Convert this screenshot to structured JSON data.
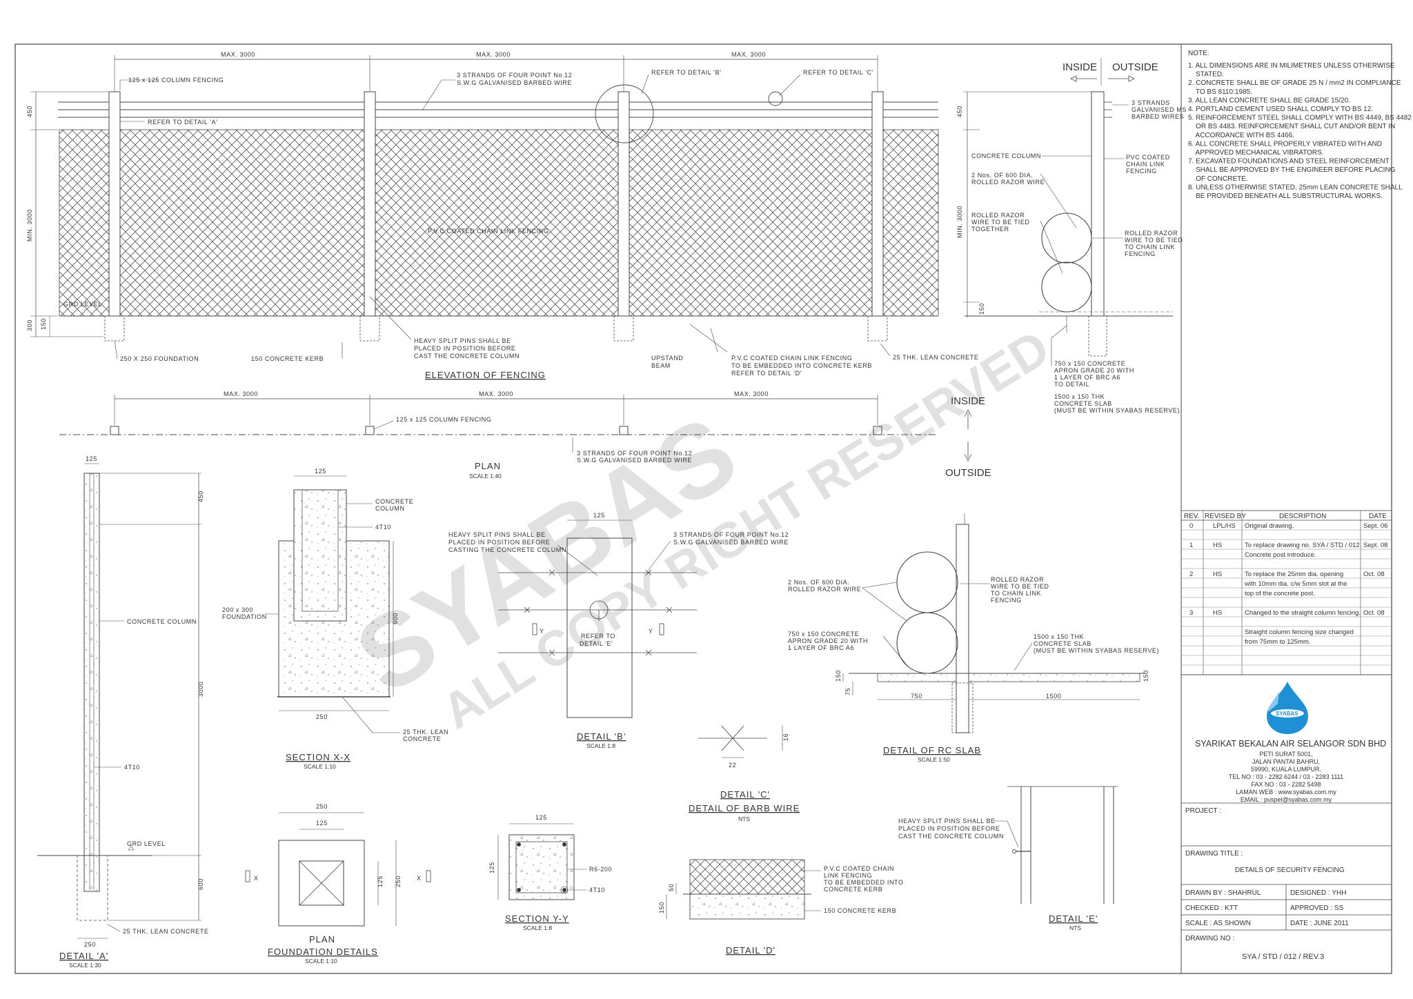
{
  "elevation": {
    "dims": [
      "MAX. 3000",
      "MAX. 3000",
      "MAX. 3000"
    ],
    "heights": [
      "450",
      "MIN. 3000",
      "300",
      "150"
    ],
    "labels": {
      "column": "125 x 125 COLUMN FENCING",
      "barbed_1": "3 STRANDS OF FOUR POINT No.12",
      "barbed_2": "S.W.G GALVANISED BARBED WIRE",
      "ref_b": "REFER TO DETAIL 'B'",
      "ref_c": "REFER TO DETAIL 'C'",
      "ref_a": "REFER TO DETAIL 'A'",
      "chain": "P.V.C COATED CHAIN LINK FENCING",
      "grd": "GRD LEVEL",
      "foundation": "250 X 250 FOUNDATION",
      "kerb": "150 CONCRETE KERB",
      "pins_1": "HEAVY SPLIT PINS SHALL BE",
      "pins_2": "PLACED IN POSITION BEFORE",
      "pins_3": "CAST THE CONCRETE COLUMN",
      "upstand_1": "UPSTAND",
      "upstand_2": "BEAM",
      "embed_1": "P.V.C COATED CHAIN LINK FENCING",
      "embed_2": "TO BE EMBEDDED INTO CONCRETE KERB",
      "embed_3": "REFER TO DETAIL 'D'",
      "lean": "25 THK. LEAN CONCRETE"
    },
    "title": "ELEVATION OF FENCING"
  },
  "section": {
    "inside": "INSIDE",
    "outside": "OUTSIDE",
    "h450": "450",
    "hmin": "MIN. 3000",
    "h150": "150",
    "strands_1": "3 STRANDS",
    "strands_2": "GALVANISED MS",
    "strands_3": "BARBED WIRES",
    "col": "CONCRETE COLUMN",
    "pvc_1": "PVC COATED",
    "pvc_2": "CHAIN LINK",
    "pvc_3": "FENCING",
    "razor_1": "2 Nos. OF 600 DIA.",
    "razor_2": "ROLLED RAZOR WIRE",
    "tied_1": "ROLLED RAZOR",
    "tied_2": "WIRE TO BE TIED",
    "tied_3": "TOGETHER",
    "tied_r1": "ROLLED RAZOR",
    "tied_r2": "WIRE TO BE TIED",
    "tied_r3": "TO CHAIN LINK",
    "tied_r4": "FENCING",
    "apron_1": "750 x 150 CONCRETE",
    "apron_2": "APRON GRADE 20 WITH",
    "apron_3": "1 LAYER OF BRC A6",
    "apron_4": "TO DETAIL",
    "slab_1": "1500 x 150 THK",
    "slab_2": "CONCRETE SLAB",
    "slab_3": "(MUST BE WITHIN SYABAS RESERVE)"
  },
  "plan": {
    "dims": [
      "MAX. 3000",
      "MAX. 3000",
      "MAX. 3000"
    ],
    "column": "125 x 125 COLUMN FENCING",
    "strands_1": "3 STRANDS OF FOUR POINT No.12",
    "strands_2": "S.W.G GALVANISED BARBED WIRE",
    "inside": "INSIDE",
    "outside": "OUTSIDE",
    "title": "PLAN",
    "scale": "SCALE 1:40"
  },
  "detail_a": {
    "w125": "125",
    "h450": "450",
    "h3000": "3000",
    "h600": "600",
    "w250": "250",
    "col": "CONCRETE COLUMN",
    "bar": "4T10",
    "grd": "GRD LEVEL",
    "lean": "25 THK. LEAN CONCRETE",
    "title": "DETAIL 'A'",
    "scale": "SCALE 1:30"
  },
  "section_xx": {
    "w125": "125",
    "w250": "250",
    "h600": "600",
    "col_1": "CONCRETE",
    "col_2": "COLUMN",
    "bar": "4T10",
    "fnd_1": "200 x 300",
    "fnd_2": "FOUNDATION",
    "lean_1": "25 THK. LEAN",
    "lean_2": "CONCRETE",
    "title": "SECTION X-X",
    "scale": "SCALE 1:10"
  },
  "foundation": {
    "w250": "250",
    "w125": "125",
    "h125": "125",
    "h250": "250",
    "x": "X",
    "title_1": "PLAN",
    "title_2": "FOUNDATION DETAILS",
    "scale": "SCALE 1:10"
  },
  "section_yy": {
    "w125": "125",
    "h125": "125",
    "r6": "R6-200",
    "bar": "4T10",
    "title": "SECTION Y-Y",
    "scale": "SCALE 1:8"
  },
  "detail_b": {
    "w125": "125",
    "pins_1": "HEAVY SPLIT PINS SHALL BE",
    "pins_2": "PLACED IN POSITION BEFORE",
    "pins_3": "CASTING THE CONCRETE COLUMN",
    "str_1": "3 STRANDS OF FOUR POINT No.12",
    "str_2": "S.W.G GALVANISED BARBED WIRE",
    "ref_1": "REFER TO",
    "ref_2": "DETAIL 'E'",
    "y": "Y",
    "title": "DETAIL 'B'",
    "scale": "SCALE 1:8"
  },
  "detail_c": {
    "w22": "22",
    "h16": "16",
    "title_1": "DETAIL 'C'",
    "title_2": "DETAIL OF BARB WIRE",
    "scale": "NTS"
  },
  "detail_d": {
    "h50": "50",
    "h150": "150",
    "pvc_1": "P.V.C COATED CHAIN",
    "pvc_2": "LINK FENCING",
    "pvc_3": "TO BE EMBEDDED INTO",
    "pvc_4": "CONCRETE KERB",
    "kerb": "150 CONCRETE KERB",
    "title": "DETAIL 'D'"
  },
  "rc_slab": {
    "razor_1": "2 Nos. OF 600 DIA.",
    "razor_2": "ROLLED RAZOR WIRE",
    "tied_1": "ROLLED RAZOR",
    "tied_2": "WIRE TO BE TIED",
    "tied_3": "TO CHAIN LINK",
    "tied_4": "FENCING",
    "apron_1": "750 x 150 CONCRETE",
    "apron_2": "APRON GRADE 20 WITH",
    "apron_3": "1 LAYER OF BRC A6",
    "slab_1": "1500 x 150 THK",
    "slab_2": "CONCRETE SLAB",
    "slab_3": "(MUST BE WITHIN SYABAS RESERVE)",
    "h150a": "150",
    "h150b": "150",
    "h75": "75",
    "w750": "750",
    "w1500": "1500",
    "title": "DETAIL OF RC SLAB",
    "scale": "SCALE 1:50"
  },
  "detail_e": {
    "pins_1": "HEAVY SPLIT PINS SHALL BE",
    "pins_2": "PLACED IN POSITION BEFORE",
    "pins_3": "CAST THE CONCRETE COLUMN",
    "title": "DETAIL 'E'",
    "scale": "NTS"
  },
  "watermark": {
    "main": "SYABAS",
    "sub": "ALL COPY RIGHT RESERVED"
  },
  "notes": {
    "heading": "NOTE:",
    "lines": [
      "1. ALL DIMENSIONS ARE IN MILIMETRES UNLESS OTHERWISE",
      "    STATED.",
      "2. CONCRETE SHALL BE OF GRADE 25 N / mm2 IN COMPLIANCE",
      "    TO BS 8110:1985.",
      "3. ALL LEAN CONCRETE SHALL BE GRADE 15/20.",
      "4. PORTLAND CEMENT USED SHALL COMPLY TO BS 12.",
      "5. REINFORCEMENT STEEL SHALL COMPLY WITH BS 4449, BS 4482",
      "    OR BS 4483. REINFORCEMENT SHALL CUT AND/OR BENT IN",
      "    ACCORDANCE WITH BS 4466.",
      "6. ALL CONCRETE SHALL PROPERLY VIBRATED WITH AND",
      "    APPROVED MECHANICAL VIBRATORS.",
      "7. EXCAVATED FOUNDATIONS AND STEEL REINFORCEMENT",
      "    SHALL BE APPROVED BY THE ENGINEER BEFORE PLACING",
      "    OF CONCRETE.",
      "8. UNLESS OTHERWISE STATED, 25mm LEAN CONCRETE SHALL",
      "    BE PROVIDED BENEATH ALL SUBSTRUCTURAL WORKS."
    ]
  },
  "revisions": {
    "headers": [
      "REV.",
      "REVISED BY",
      "DESCRIPTION",
      "DATE"
    ],
    "rows": [
      [
        "0",
        "LPL/HS",
        "Original drawing.",
        "Sept. 06"
      ],
      [
        "",
        "",
        "",
        ""
      ],
      [
        "1",
        "HS",
        "To replace drawing no. SYA / STD / 012.",
        "Sept. 08"
      ],
      [
        "",
        "",
        "Concrete post introduce.",
        ""
      ],
      [
        "",
        "",
        "",
        ""
      ],
      [
        "2",
        "HS",
        "To replace the 25mm dia. opening",
        "Oct. 08"
      ],
      [
        "",
        "",
        "with 10mm dia. c/w 5mm slot at the",
        ""
      ],
      [
        "",
        "",
        "top of the concrete post.",
        ""
      ],
      [
        "",
        "",
        "",
        ""
      ],
      [
        "3",
        "HS",
        "Changed to the straight column fencing.",
        "Oct. 08"
      ],
      [
        "",
        "",
        "",
        ""
      ],
      [
        "",
        "",
        "Straight column fencing size changed",
        ""
      ],
      [
        "",
        "",
        "from 75mm to 125mm.",
        ""
      ],
      [
        "",
        "",
        "",
        ""
      ],
      [
        "",
        "",
        "",
        ""
      ],
      [
        "",
        "",
        "",
        ""
      ]
    ]
  },
  "company": {
    "logo_text": "SYABAS",
    "name": "SYARIKAT BEKALAN AIR SELANGOR SDN BHD",
    "lines": [
      "PETI SURAT 5001,",
      "JALAN PANTAI BAHRU,",
      "59990, KUALA LUMPUR.",
      "TEL NO : 03 - 2282 6244 / 03 - 2283 1111",
      "FAX NO : 03 - 2282 5498",
      "LAMAN WEB : www.syabas.com.my",
      "EMAIL : puspel@syabas.com.my"
    ]
  },
  "title_block": {
    "project": "PROJECT :",
    "drawing_title_label": "DRAWING TITLE :",
    "drawing_title": "DETAILS OF SECURITY FENCING",
    "drawn_by": "DRAWN BY :  SHAHRUL",
    "designed": "DESIGNED :  YHH",
    "checked": "CHECKED :  KTT",
    "approved": "APPROVED :  SS",
    "scale": "SCALE :    AS SHOWN",
    "date": "DATE :  JUNE 2011",
    "drawing_no_label": "DRAWING NO :",
    "drawing_no": "SYA / STD / 012 / REV.3"
  },
  "colors": {
    "line": "#444444",
    "logo_blue": "#1f8fd6"
  }
}
